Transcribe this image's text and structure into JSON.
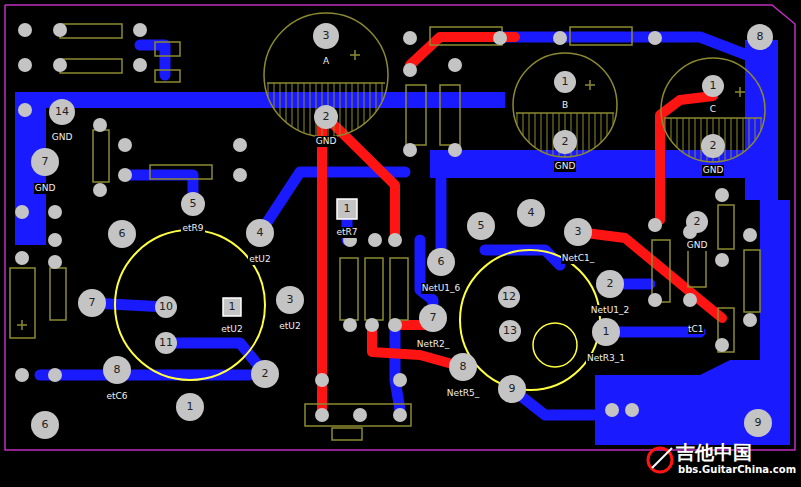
{
  "diagram": {
    "nodes": [
      {
        "text": [
          "3",
          "A"
        ]
      },
      {
        "text": [
          "8"
        ]
      },
      {
        "text": [
          "1",
          "B"
        ]
      },
      {
        "text": [
          "1",
          "C"
        ]
      },
      {
        "text": [
          "14",
          "GND"
        ]
      },
      {
        "text": [
          "2",
          "GND"
        ]
      },
      {
        "text": [
          "2",
          "GND"
        ]
      },
      {
        "text": [
          "2",
          "GND"
        ]
      },
      {
        "text": [
          "7",
          "GND"
        ]
      },
      {
        "text": [
          "5",
          "etR9"
        ]
      },
      {
        "text": [
          "1",
          "etR7"
        ]
      },
      {
        "text": [
          "4"
        ]
      },
      {
        "text": [
          "2",
          "GND"
        ]
      },
      {
        "text": [
          "5"
        ]
      },
      {
        "text": [
          "3",
          "NetC1_"
        ]
      },
      {
        "text": [
          "4",
          "etU2"
        ]
      },
      {
        "text": [
          "6"
        ]
      },
      {
        "text": [
          "6",
          "NetU1_6"
        ]
      },
      {
        "text": [
          "2",
          "NetU1_2"
        ]
      },
      {
        "text": [
          "12"
        ]
      },
      {
        "text": [
          "3",
          "etU2"
        ]
      },
      {
        "text": [
          "7"
        ]
      },
      {
        "text": [
          "10"
        ]
      },
      {
        "text": [
          "1",
          "etU2"
        ]
      },
      {
        "text": [
          "7",
          "NetR2_"
        ]
      },
      {
        "text": [
          "13"
        ]
      },
      {
        "text": [
          "1",
          "NetR3_1"
        ]
      },
      {
        "text": [
          "11"
        ]
      },
      {
        "text": [
          "8",
          "NetR5_"
        ]
      },
      {
        "text": [
          "8",
          "etC6"
        ]
      },
      {
        "text": [
          "2"
        ]
      },
      {
        "text": [
          "9"
        ]
      },
      {
        "text": [
          "1"
        ]
      },
      {
        "text": [
          "6"
        ]
      },
      {
        "text": [
          "9"
        ]
      }
    ],
    "labels": [
      "tC1",
      "吉他中国",
      "bbs.GuitarChina.com"
    ]
  }
}
